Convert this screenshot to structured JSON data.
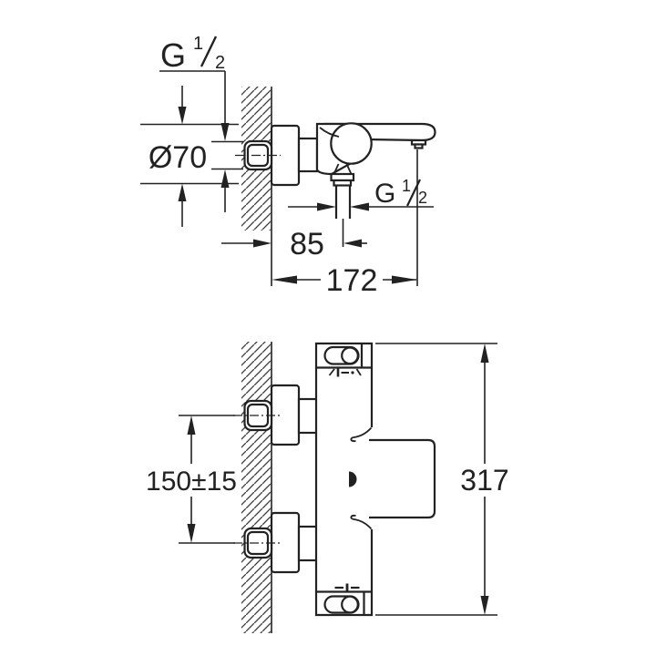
{
  "meta": {
    "description_visible_text_only": true,
    "ink_color": "#222222",
    "background_color": "#ffffff"
  },
  "drawing": {
    "top_view": {
      "thread_wall_label": {
        "prefix": "G",
        "numerator": "1",
        "denominator": "2"
      },
      "thread_outlet_label": {
        "prefix": "G",
        "numerator": "1",
        "denominator": "2"
      },
      "escutcheon_diameter": "Ø70",
      "wall_to_pipe_depth": "85",
      "total_projection": "172"
    },
    "plan_view": {
      "connection_spacing": "150±15",
      "overall_width": "317"
    }
  }
}
